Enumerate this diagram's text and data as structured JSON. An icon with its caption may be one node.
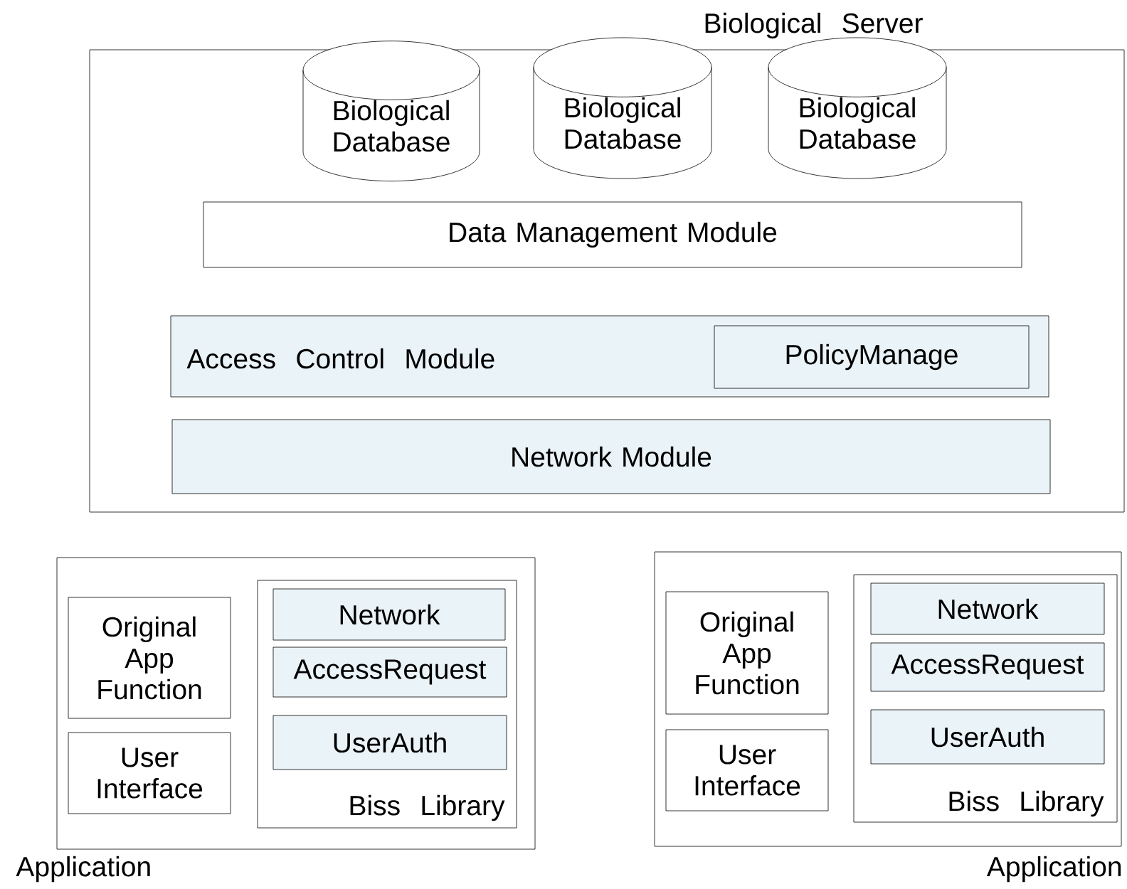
{
  "diagram": {
    "nodes": [
      {
        "text": [
          "Biological Server"
        ]
      },
      {
        "text": [
          "Biological Database"
        ],
        "in": 0
      },
      {
        "text": [
          "Biological Database"
        ],
        "in": 0
      },
      {
        "text": [
          "Biological Database"
        ],
        "in": 0
      },
      {
        "text": [
          "Data Management Module"
        ],
        "in": 0
      },
      {
        "text": [
          "Access Control Module"
        ],
        "in": 0
      },
      {
        "text": [
          "PolicyManage"
        ],
        "in": 5
      },
      {
        "text": [
          "Network Module"
        ],
        "in": 0
      },
      {
        "text": [
          "Application"
        ]
      },
      {
        "text": [
          "Original App Function"
        ],
        "in": 8
      },
      {
        "text": [
          "User Interface"
        ],
        "in": 8
      },
      {
        "text": [
          "Biss Library"
        ],
        "in": 8
      },
      {
        "text": [
          "Network"
        ],
        "in": 11
      },
      {
        "text": [
          "AccessRequest"
        ],
        "in": 11
      },
      {
        "text": [
          "UserAuth"
        ],
        "in": 11
      },
      {
        "text": [
          "Application"
        ]
      },
      {
        "text": [
          "Original App Function"
        ],
        "in": 15
      },
      {
        "text": [
          "User Interface"
        ],
        "in": 15
      },
      {
        "text": [
          "Biss Library"
        ],
        "in": 15
      },
      {
        "text": [
          "Network"
        ],
        "in": 18
      },
      {
        "text": [
          "AccessRequest"
        ],
        "in": 18
      },
      {
        "text": [
          "UserAuth"
        ],
        "in": 18
      }
    ]
  }
}
